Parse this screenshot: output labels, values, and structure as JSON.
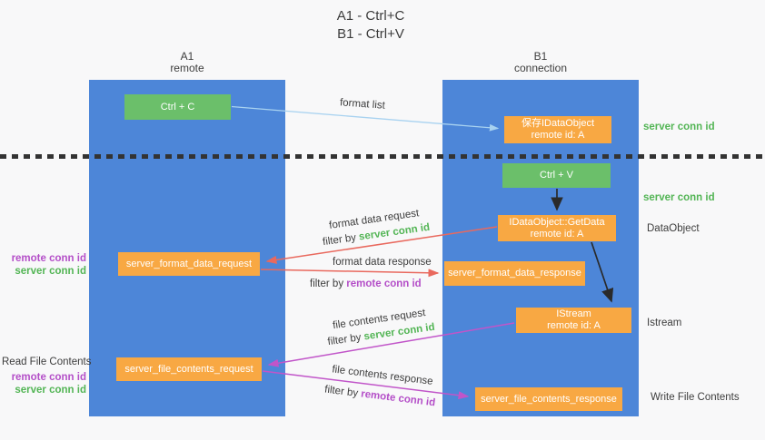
{
  "title": {
    "line1": "A1 - Ctrl+C",
    "line2": "B1 - Ctrl+V"
  },
  "lanes": {
    "a1": {
      "name": "A1",
      "subtitle": "remote"
    },
    "b1": {
      "name": "B1",
      "subtitle": "connection"
    }
  },
  "nodes": {
    "ctrl_c": {
      "label": "Ctrl + C"
    },
    "ctrl_v": {
      "label": "Ctrl + V"
    },
    "save_idataobject": {
      "line1": "保存IDataObject",
      "line2": "remote id: A"
    },
    "getdata": {
      "line1": "IDataObject::GetData",
      "line2": "remote id: A"
    },
    "istream": {
      "line1": "IStream",
      "line2": "remote id: A"
    },
    "server_format_data_request": {
      "label": "server_format_data_request"
    },
    "server_format_data_response": {
      "label": "server_format_data_response"
    },
    "server_file_contents_request": {
      "label": "server_file_contents_request"
    },
    "server_file_contents_response": {
      "label": "server_file_contents_response"
    }
  },
  "annotations": {
    "format_list": "format list",
    "server_conn_id_top": "server conn id",
    "server_conn_id_mid": "server conn id",
    "dataobject": "DataObject",
    "istream_side": "Istream",
    "write_file_contents": "Write File Contents",
    "read_file_contents": "Read File Contents",
    "left_ids_format": {
      "remote": "remote conn id",
      "server": "server conn id"
    },
    "left_ids_file": {
      "remote": "remote conn id",
      "server": "server conn id"
    },
    "format_data_request": {
      "line": "format data request",
      "filter_prefix": "filter by",
      "filter_id": "server conn id"
    },
    "format_data_response": {
      "line": "format data response",
      "filter_prefix": "filter by",
      "filter_id": "remote conn id"
    },
    "file_contents_request": {
      "line": "file contents request",
      "filter_prefix": "filter by",
      "filter_id": "server conn id"
    },
    "file_contents_response": {
      "line": "file contents response",
      "filter_prefix": "filter by",
      "filter_id": "remote conn id"
    }
  },
  "colors": {
    "lane_blue": "#4d86d8",
    "green_box": "#6bbf6a",
    "orange_box": "#f8a843",
    "green_text": "#53b555",
    "purple_text": "#b44fc8",
    "red_arrow": "#e9695e",
    "purple_arrow": "#c155c9",
    "blue_arrow": "#a8d2f0",
    "black_arrow": "#2a2a2a",
    "dark_text": "#3d3d3d"
  }
}
